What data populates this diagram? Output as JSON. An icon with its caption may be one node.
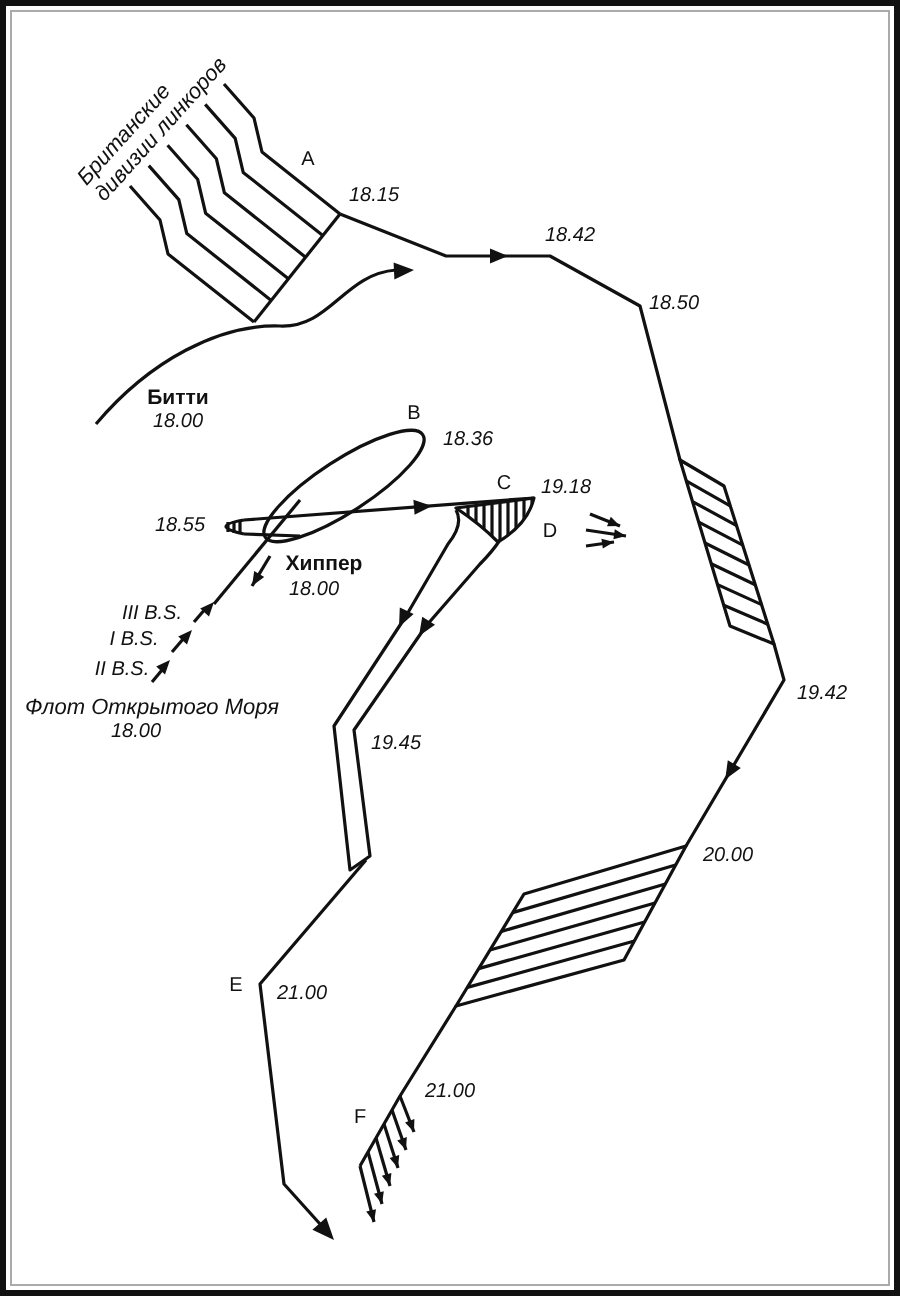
{
  "diagram": {
    "labels": [
      "Британские дивизии линкоров",
      "A",
      "18.15",
      "18.42",
      "18.50",
      "Битти",
      "18.00",
      "B",
      "18.36",
      "C",
      "19.18",
      "18.55",
      "D",
      "Хиппер",
      "18.00",
      "III B.S.",
      "I B.S.",
      "II B.S.",
      "19.42",
      "Флот Открытого Моря",
      "18.00",
      "19.45",
      "20.00",
      "E",
      "21.00",
      "21.00",
      "F"
    ]
  }
}
